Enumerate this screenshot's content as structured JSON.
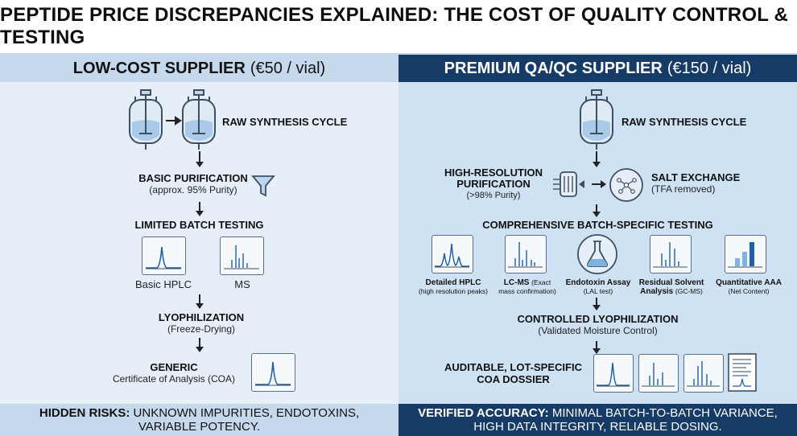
{
  "title": "PEPTIDE PRICE DISCREPANCIES EXPLAINED: THE COST OF QUALITY CONTROL & TESTING",
  "left": {
    "header_name": "LOW-COST SUPPLIER",
    "header_price": "(€50 / vial)",
    "step1": "RAW SYNTHESIS CYCLE",
    "step2_title": "BASIC PURIFICATION",
    "step2_sub": "(approx. 95% Purity)",
    "step3_title": "LIMITED BATCH TESTING",
    "test1": "Basic HPLC",
    "test2": "MS",
    "step4_title": "LYOPHILIZATION",
    "step4_sub": "(Freeze-Drying)",
    "step5_title": "GENERIC",
    "step5_sub": "Certificate of Analysis (COA)",
    "footer_bold": "HIDDEN RISKS:",
    "footer_rest": "UNKNOWN IMPURITIES, ENDOTOXINS,",
    "footer_line2": "VARIABLE POTENCY."
  },
  "right": {
    "header_name": "PREMIUM QA/QC SUPPLIER",
    "header_price": "(€150 / vial)",
    "step1": "RAW SYNTHESIS CYCLE",
    "step2_title_l1": "HIGH-RESOLUTION",
    "step2_title_l2": "PURIFICATION",
    "step2_sub": "(>98% Purity)",
    "salt_title": "SALT EXCHANGE",
    "salt_sub": "(TFA removed)",
    "step3_title": "COMPREHENSIVE BATCH-SPECIFIC TESTING",
    "tests": [
      {
        "title": "Detailed HPLC",
        "sub": "(high resolution peaks)"
      },
      {
        "title": "LC-MS",
        "sub_inline": "(Exact",
        "sub": "mass confirmation)"
      },
      {
        "title": "Endotoxin Assay",
        "sub": "(LAL test)"
      },
      {
        "title": "Residual Solvent",
        "title2": "Analysis",
        "sub_inline": "(GC-MS)"
      },
      {
        "title": "Quantitative AAA",
        "sub": "(Net Content)"
      }
    ],
    "step4_title": "CONTROLLED LYOPHILIZATION",
    "step4_sub": "(Validated Moisture Control)",
    "step5_title_l1": "AUDITABLE, LOT-SPECIFIC",
    "step5_title_l2": "COA DOSSIER",
    "footer_bold": "VERIFIED ACCURACY:",
    "footer_rest": "MINIMAL BATCH-TO-BATCH VARIANCE,",
    "footer_line2": "HIGH DATA INTEGRITY, RELIABLE DOSING."
  },
  "icons": {
    "reactor": "reactor-vessel-icon",
    "funnel": "funnel-icon",
    "chromatogram": "chromatogram-icon",
    "ms_spectrum": "mass-spectrum-icon",
    "flask": "flask-icon",
    "bar_chart": "bar-chart-icon",
    "filter": "filter-column-icon",
    "molecule": "molecule-icon",
    "document": "document-icon"
  },
  "colors": {
    "left_bg": "#e6eff8",
    "right_bg": "#cfe2f3",
    "right_header": "#163b66",
    "left_header": "#c6d9ec"
  }
}
